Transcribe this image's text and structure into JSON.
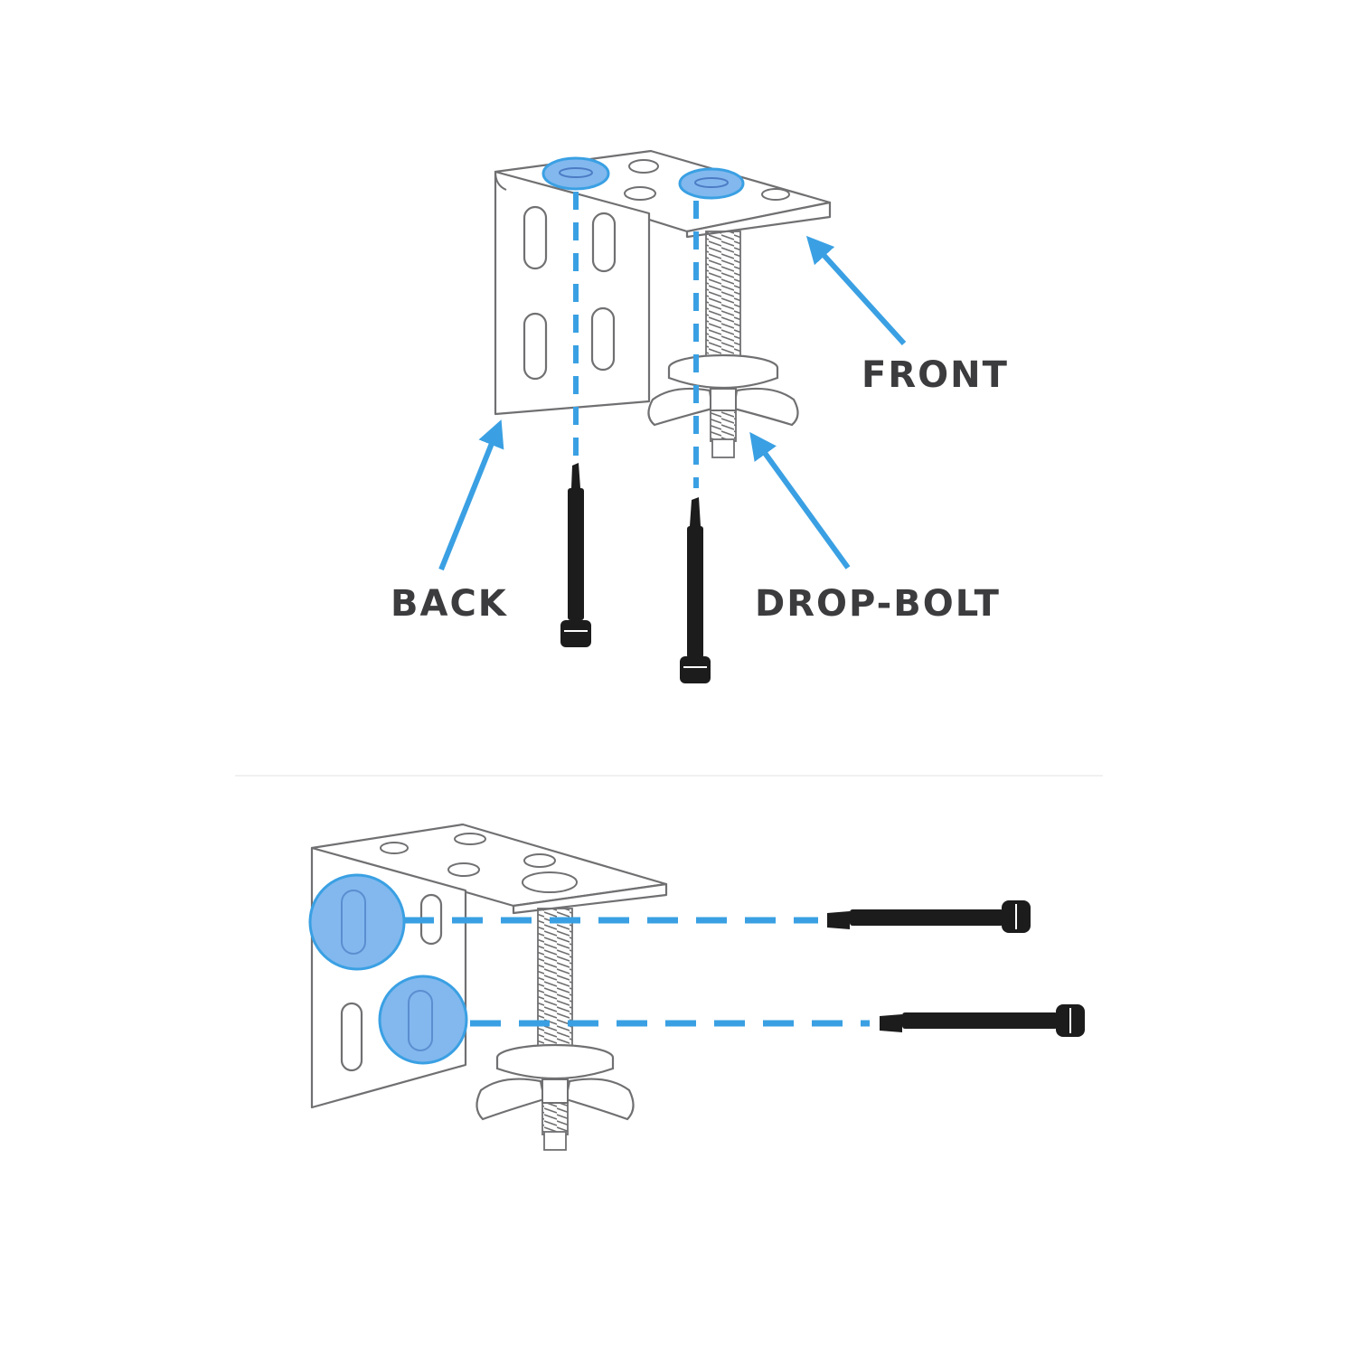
{
  "labels": {
    "front": "FRONT",
    "back": "BACK",
    "drop_bolt": "DROP-BOLT"
  },
  "colors": {
    "accent": "#3aa0e3",
    "highlight_fill": "#82b8ee",
    "text": "#3c3c3e",
    "line_art": "#707072",
    "screw": "#1c1c1c"
  },
  "icons": {
    "screw": "screw-icon",
    "wing_nut": "wing-nut-icon",
    "bracket": "l-bracket-icon"
  }
}
